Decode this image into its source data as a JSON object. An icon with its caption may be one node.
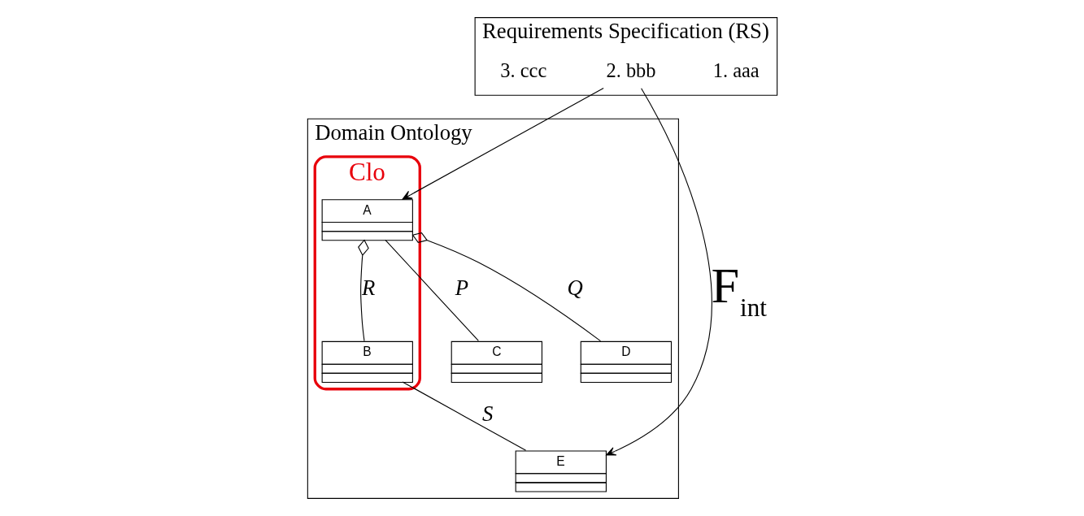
{
  "diagram": {
    "nodes": [
      {
        "text": [
          "Requirements Specification (RS)"
        ]
      },
      {
        "text": [
          "1. aaa"
        ],
        "in": 0
      },
      {
        "text": [
          "2. bbb"
        ],
        "in": 0
      },
      {
        "text": [
          "3. ccc"
        ],
        "in": 0
      },
      {
        "text": [
          "Domain Ontology"
        ]
      },
      {
        "text": [
          "Clo"
        ],
        "in": 4
      },
      {
        "text": [
          "A"
        ],
        "in": 5
      },
      {
        "text": [
          "B"
        ],
        "in": 5
      },
      {
        "text": [
          "C"
        ],
        "in": 4
      },
      {
        "text": [
          "D"
        ],
        "in": 4
      },
      {
        "text": [
          "E"
        ],
        "in": 4
      }
    ],
    "edges": [
      {
        "from": 2,
        "to": 6,
        "arrow": "to"
      },
      {
        "from": 2,
        "to": 10,
        "arrow": "to",
        "label": "F$_{int}$"
      },
      {
        "from": 6,
        "to": 7,
        "arrow": "other",
        "label": "R"
      },
      {
        "from": 6,
        "to": 8,
        "arrow": "none",
        "label": "P"
      },
      {
        "from": 6,
        "to": 9,
        "arrow": "other",
        "label": "Q"
      },
      {
        "from": 7,
        "to": 10,
        "arrow": "none",
        "label": "S"
      }
    ]
  }
}
